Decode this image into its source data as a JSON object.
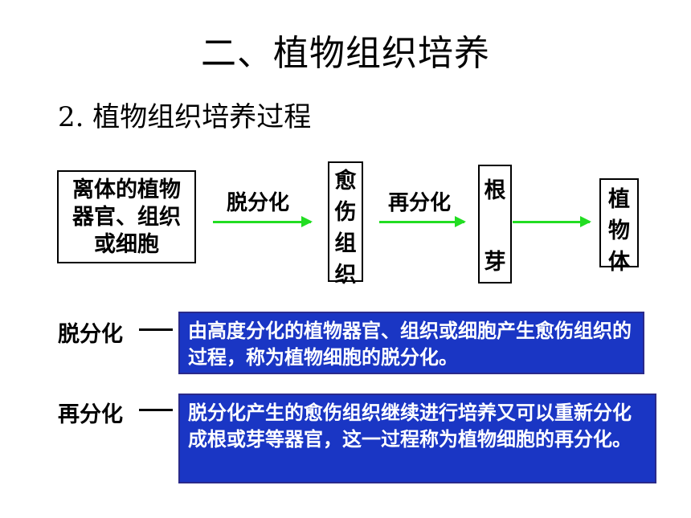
{
  "slide": {
    "title": "二、植物组织培养",
    "subtitle": "2. 植物组织培养过程"
  },
  "flow": {
    "start_box": [
      "离体的植物",
      "器官、组织",
      "或细胞"
    ],
    "step1_label": "脱分化",
    "callus_box": [
      "愈",
      "伤",
      "组",
      "织"
    ],
    "step2_label": "再分化",
    "root_bud_box": [
      "根",
      "芽"
    ],
    "plant_box": [
      "植",
      "物",
      "体"
    ],
    "arrow_color": "#22dd22"
  },
  "definitions": [
    {
      "term": "脱分化",
      "text": "由高度分化的植物器官、组织或细胞产生愈伤组织的过程，称为植物细胞的脱分化。"
    },
    {
      "term": "再分化",
      "text": "脱分化产生的愈伤组织继续进行培养又可以重新分化成根或芽等器官，这一过程称为植物细胞的再分化。"
    }
  ],
  "colors": {
    "definition_background": "#1a36c4",
    "definition_text": "#ffffff"
  }
}
